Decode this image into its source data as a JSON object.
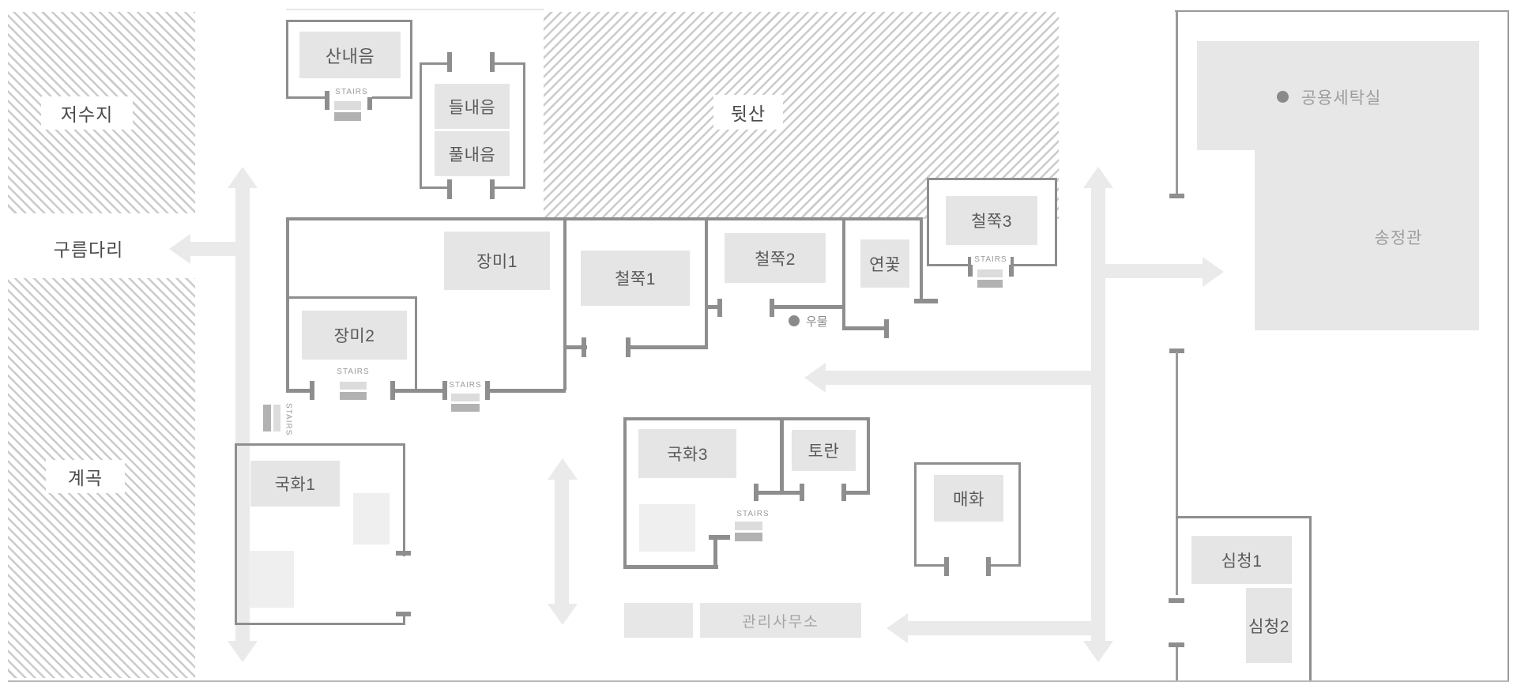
{
  "areas": {
    "reservoir": "저수지",
    "cloud_bridge": "구름다리",
    "valley": "계곡",
    "back_hill": "뒷산"
  },
  "rooms": {
    "sannaeum": "산내음",
    "deulnaeum": "들내음",
    "pulnaeum": "풀내음",
    "jangmi1": "장미1",
    "jangmi2": "장미2",
    "cheoljjuk1": "철쭉1",
    "cheoljjuk2": "철쭉2",
    "cheoljjuk3": "철쭉3",
    "yeonkkot": "연꽃",
    "gukhwa1": "국화1",
    "gukhwa3": "국화3",
    "toran": "토란",
    "maehwa": "매화",
    "simcheong1": "심청1",
    "simcheong2": "심청2"
  },
  "facilities": {
    "well": "우물",
    "laundry": "공용세탁실",
    "songjeong_hall": "송정관",
    "office": "관리사무소"
  },
  "markers": {
    "stairs": "STAIRS"
  },
  "colors": {
    "wall": "#8e8e8e",
    "room_fill": "#e5e5e5",
    "road": "#eaeaea",
    "hatch_line": "#cbcbcb",
    "text_dark": "#595959",
    "text_gray": "#9e9e9e"
  }
}
